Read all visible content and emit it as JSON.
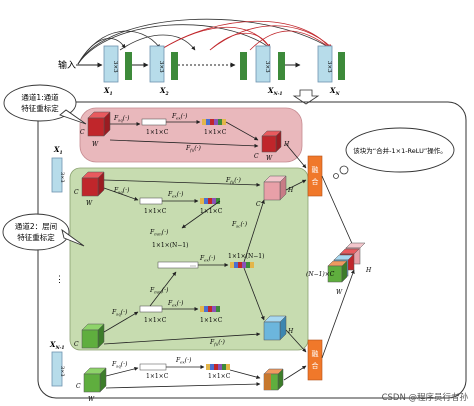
{
  "top": {
    "input_label": "输入",
    "conv_label": "3×3",
    "x_labels": [
      "X",
      "X",
      "X",
      "X"
    ],
    "x_subs": [
      "1",
      "2",
      "N-1",
      "N"
    ]
  },
  "callouts": {
    "channel1": [
      "通道1:通道",
      "特征重标定"
    ],
    "channel2": [
      "通道2：层间",
      "特征重标定"
    ],
    "thought": "该块为“合并-1×1-ReLU”操作。"
  },
  "merge_label": "融合",
  "operations": {
    "fsq": "F",
    "fex": "F",
    "fscale": "F",
    "fmm": "F",
    "fconv": "F"
  },
  "dims": {
    "c1": "1×1×C",
    "cN": "1×1×(N−1)",
    "out_dim": "(N−1)×C",
    "C": "C",
    "H": "H",
    "W": "W"
  },
  "fmap_labels": [
    "X",
    "X"
  ],
  "fmap_subs": [
    "1",
    "N-1"
  ],
  "ellipsis": "⋮",
  "watermark": "CSDN @程序员行者孙",
  "colors": {
    "conv_block": "#b7dcea",
    "conv_dark": "#8fb0cc",
    "channel1_bg": "#e9b8bc",
    "channel2_bg": "#c7dcb0",
    "merge_box": "#f0782a",
    "red": "#c0262b",
    "green": "#5fae3e",
    "pink": "#e8a0a8",
    "blue": "#6cb6dd"
  }
}
